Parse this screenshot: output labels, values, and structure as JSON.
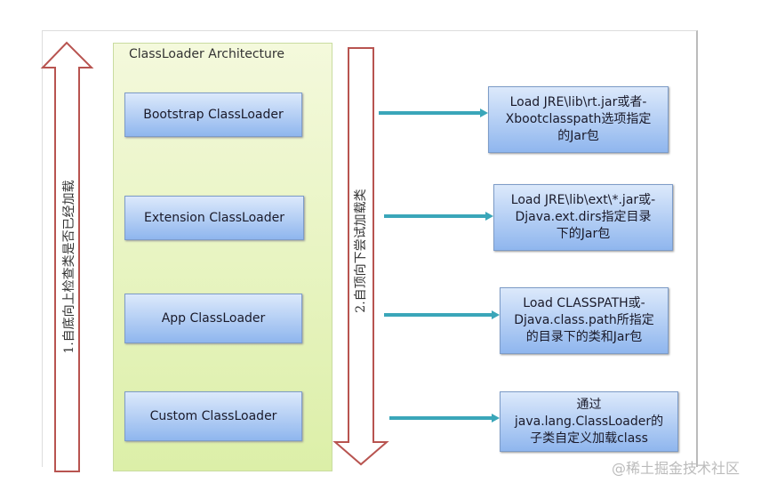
{
  "title": "ClassLoader Architecture",
  "loaders": [
    {
      "label": "Bootstrap ClassLoader",
      "desc": "Load JRE\\lib\\rt.jar或者-\nXbootclasspath选项指定\n的Jar包"
    },
    {
      "label": "Extension ClassLoader",
      "desc": "Load JRE\\lib\\ext\\*.jar或-\nDjava.ext.dirs指定目录\n下的Jar包"
    },
    {
      "label": "App ClassLoader",
      "desc": "Load CLASSPATH或-\nDjava.class.path所指定\n的目录下的类和Jar包"
    },
    {
      "label": "Custom ClassLoader",
      "desc": "通过\njava.lang.ClassLoader的\n子类自定义加载class"
    }
  ],
  "up_arrow_label": "1.自底向上检查类是否已经加载",
  "down_arrow_label": "2.自顶向下尝试加载类",
  "watermark": "@稀土掘金技术社区",
  "colors": {
    "arrow_outline": "#b85450",
    "connector": "#3aa6b9",
    "panel": "#e6f3bd",
    "box": "#a9c7f2"
  }
}
